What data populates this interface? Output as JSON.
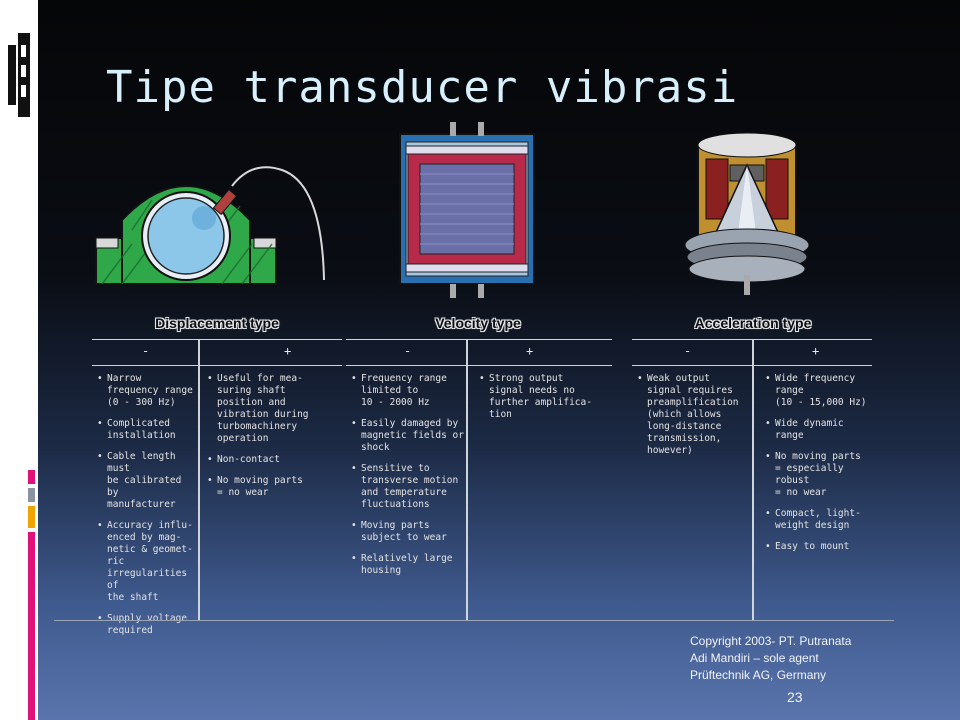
{
  "slide": {
    "title": "Tipe transducer vibrasi",
    "page_number": "23",
    "copyright": [
      "Copyright 2003- PT. Putranata",
      "Adi Mandiri – sole agent",
      "Prüftechnik AG, Germany"
    ]
  },
  "figure_icons": [
    "displacement-sensor-icon",
    "velocity-sensor-icon",
    "acceleration-sensor-icon"
  ],
  "types": [
    {
      "title": "Displacement type",
      "minus_label": "-",
      "plus_label": "+",
      "minus": [
        "Narrow\nfrequency range\n(0 - 300 Hz)",
        "Complicated\ninstallation",
        "Cable length must\nbe calibrated by\nmanufacturer",
        "Accuracy influ-\nenced by mag-\nnetic & geomet-\nric\nirregularities of\nthe shaft",
        "Supply voltage\nrequired"
      ],
      "plus": [
        "Useful for mea-\nsuring shaft\nposition and\nvibration during\nturbomachinery\noperation",
        "Non-contact",
        "No moving parts\n= no wear"
      ]
    },
    {
      "title": "Velocity type",
      "minus_label": "-",
      "plus_label": "+",
      "minus": [
        "Frequency range\nlimited to\n10 - 2000 Hz",
        "Easily damaged by\nmagnetic fields or\nshock",
        "Sensitive to\ntransverse motion\nand temperature\nfluctuations",
        "Moving parts\nsubject to wear",
        "Relatively large\nhousing"
      ],
      "plus": [
        "Strong output\nsignal needs no\nfurther amplifica-\ntion"
      ]
    },
    {
      "title": "Acceleration type",
      "minus_label": "-",
      "plus_label": "+",
      "minus": [
        "Weak output\nsignal requires\npreamplification\n(which allows\nlong-distance\ntransmission,\nhowever)"
      ],
      "plus": [
        "Wide frequency\nrange\n(10 - 15,000 Hz)",
        "Wide dynamic\nrange",
        "No moving parts\n= especially\nrobust\n= no wear",
        "Compact, light-\nweight design",
        "Easy to mount"
      ]
    }
  ],
  "colors": {
    "title": "#d7f0fb",
    "accent_magenta": "#e0127a",
    "accent_orange": "#f0a400",
    "accent_gray": "#8a94a0"
  }
}
